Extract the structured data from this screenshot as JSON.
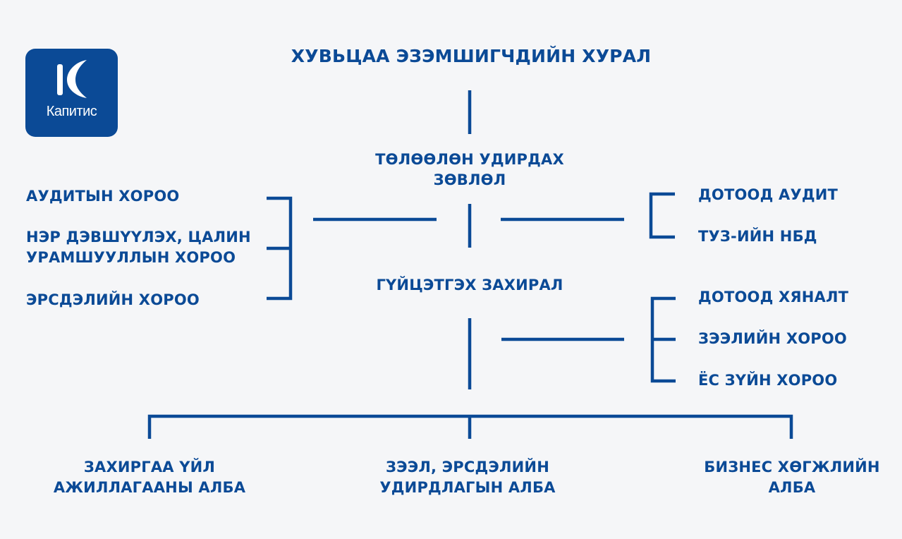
{
  "colors": {
    "accent": "#0b4a96",
    "background": "#f5f6f8"
  },
  "logo": {
    "text": "Капитис",
    "icon": "kapitis-k-leaf-icon"
  },
  "nodes": {
    "shareholders": "ХУВЬЦАА ЭЗЭМШИГЧДИЙН ХУРАЛ",
    "board_line1": "ТӨЛӨӨЛӨН УДИРДАХ",
    "board_line2": "ЗӨВЛӨЛ",
    "ceo": "ГҮЙЦЭТГЭХ ЗАХИРАЛ",
    "audit_committee": "АУДИТЫН ХОРОО",
    "nomination_line1": "НЭР ДЭВШҮҮЛЭХ, ЦАЛИН",
    "nomination_line2": "УРАМШУУЛЛЫН ХОРОО",
    "risk_committee": "ЭРСДЭЛИЙН ХОРОО",
    "internal_audit": "ДОТООД АУДИТ",
    "board_secretary": "ТУЗ-ИЙН НБД",
    "internal_control": "ДОТООД ХЯНАЛТ",
    "loan_committee": "ЗЭЭЛИЙН ХОРОО",
    "ethics_committee": "ЁС ЗҮЙН ХОРОО",
    "admin_dept_line1": "ЗАХИРГАА ҮЙЛ",
    "admin_dept_line2": "АЖИЛЛАГААНЫ АЛБА",
    "loan_risk_dept_line1": "ЗЭЭЛ, ЭРСДЭЛИЙН",
    "loan_risk_dept_line2": "УДИРДЛАГЫН АЛБА",
    "business_dept_line1": "БИЗНЕС ХӨГЖЛИЙН",
    "business_dept_line2": "АЛБА"
  }
}
